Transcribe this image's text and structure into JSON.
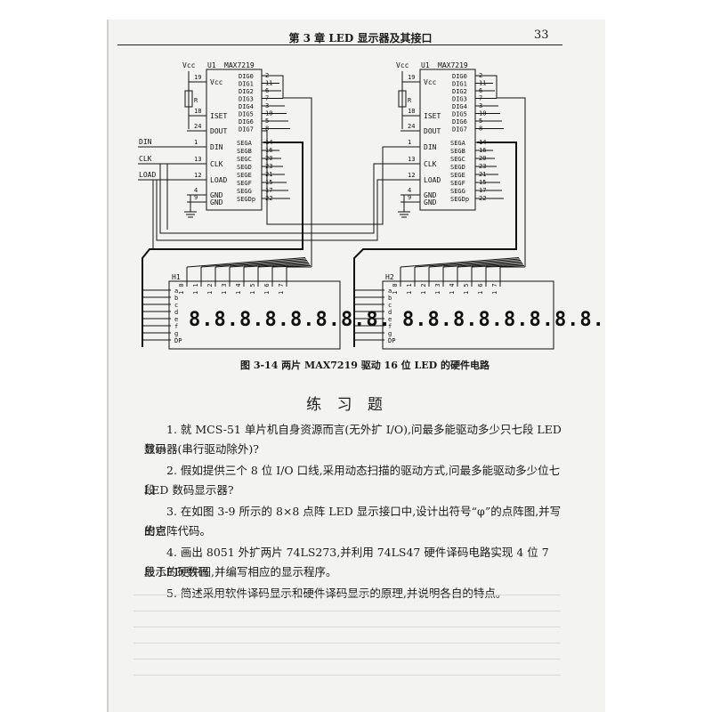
{
  "header": {
    "title": "第 3 章   LED 显示器及其接口",
    "page_number": "33"
  },
  "chips": [
    {
      "vcc_label": "Vcc",
      "ref": "U1",
      "part": "MAX7219",
      "resistor": "R",
      "left_pins": [
        {
          "num": "19",
          "name": "Vcc"
        },
        {
          "num": "18",
          "name": "ISET"
        },
        {
          "num": "24",
          "name": "DOUT"
        },
        {
          "num": "1",
          "name": "DIN"
        },
        {
          "num": "13",
          "name": "CLK"
        },
        {
          "num": "12",
          "name": "LOAD"
        },
        {
          "num": "4",
          "name": "GND"
        },
        {
          "num": "9",
          "name": "GND"
        }
      ],
      "right_pins_dig": [
        {
          "num": "2",
          "name": "DIG0"
        },
        {
          "num": "11",
          "name": "DIG1"
        },
        {
          "num": "6",
          "name": "DIG2"
        },
        {
          "num": "7",
          "name": "DIG3"
        },
        {
          "num": "3",
          "name": "DIG4"
        },
        {
          "num": "10",
          "name": "DIG5"
        },
        {
          "num": "5",
          "name": "DIG6"
        },
        {
          "num": "8",
          "name": "DIG7"
        }
      ],
      "right_pins_seg": [
        {
          "num": "14",
          "name": "SEGA"
        },
        {
          "num": "16",
          "name": "SEGB"
        },
        {
          "num": "20",
          "name": "SEGC"
        },
        {
          "num": "23",
          "name": "SEGD"
        },
        {
          "num": "21",
          "name": "SEGE"
        },
        {
          "num": "15",
          "name": "SEGF"
        },
        {
          "num": "17",
          "name": "SEGG"
        },
        {
          "num": "22",
          "name": "SEGDp"
        }
      ]
    }
  ],
  "signals": {
    "din": "DIN",
    "clk": "CLK",
    "load": "LOAD"
  },
  "displays": [
    {
      "ref": "H1",
      "digits": "8.8.8.8.8.8.8.8."
    },
    {
      "ref": "H2",
      "digits": "8.8.8.8.8.8.8.8."
    }
  ],
  "display_seg_labels": [
    "a",
    "b",
    "c",
    "d",
    "e",
    "f",
    "g",
    "DP"
  ],
  "display_dig_labels": [
    "1 0",
    "1 1",
    "1 2",
    "1 3",
    "1 4",
    "1 5",
    "1 6",
    "1 7"
  ],
  "caption": "图 3-14   两片 MAX7219 驱动 16 位 LED 的硬件电路",
  "exercises": {
    "title": "练 习 题",
    "items": [
      {
        "line1": "1. 就 MCS-51 单片机自身资源而言(无外扩 I/O),问最多能驱动多少只七段 LED 数码",
        "line2": "显示器(串行驱动除外)?"
      },
      {
        "line1": "2. 假如提供三个 8 位 I/O 口线,采用动态扫描的驱动方式,问最多能驱动多少位七段",
        "line2": "LED 数码显示器?"
      },
      {
        "line1": "3. 在如图 3-9 所示的 8×8 点阵 LED 显示接口中,设计出符号“φ”的点阵图,并写出它",
        "line2": "的点阵代码。"
      },
      {
        "line1": "4. 画出 8051 外扩两片 74LS273,并利用 74LS47 硬件译码电路实现 4 位 7 段 LED 数码",
        "line2": "显示的硬件图,并编写相应的显示程序。"
      },
      {
        "line1": "5. 简述采用软件译码显示和硬件译码显示的原理,并说明各自的特点。",
        "line2": ""
      }
    ]
  }
}
